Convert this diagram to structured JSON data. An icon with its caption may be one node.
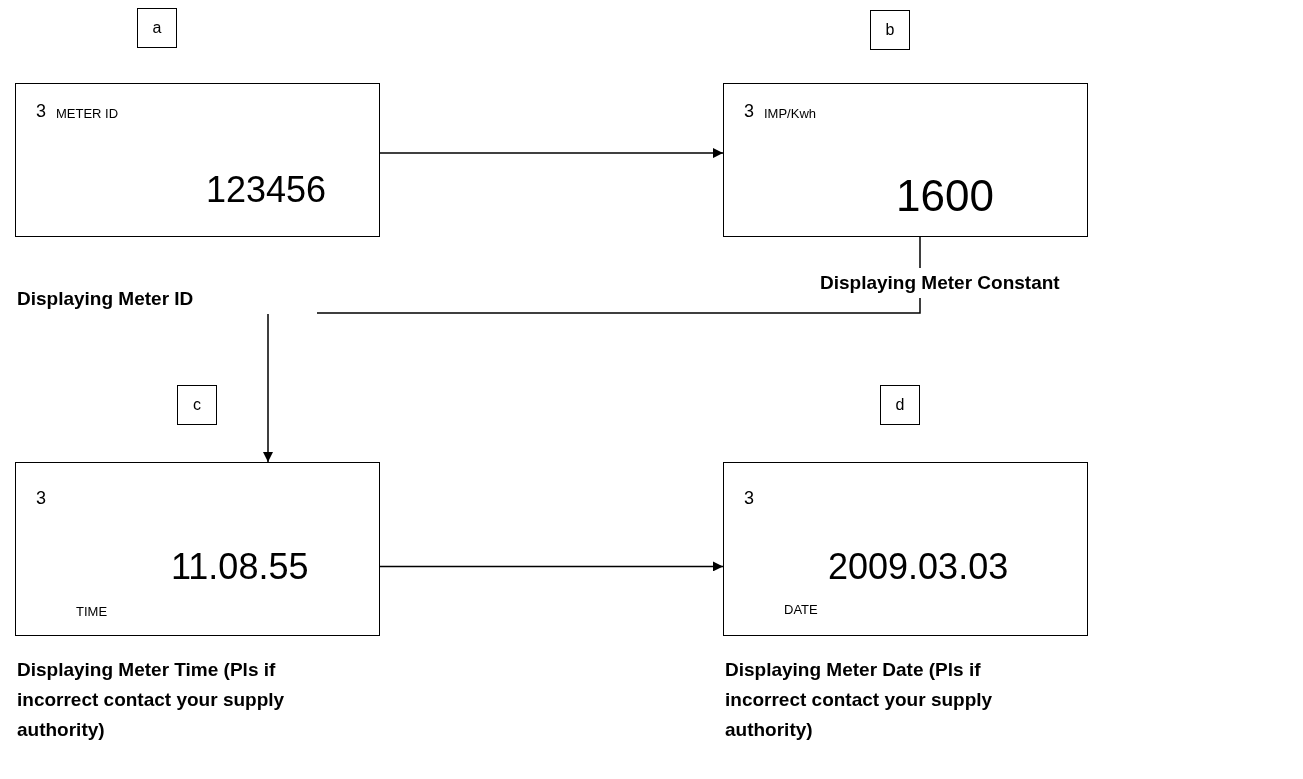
{
  "diagram": {
    "nodes": [
      {
        "text": [
          "a"
        ]
      },
      {
        "text": [
          "3",
          "METER ID",
          "123456"
        ],
        "beside": [
          "Displaying Meter ID"
        ]
      },
      {
        "text": [
          "b"
        ]
      },
      {
        "text": [
          "3",
          "IMP/Kwh",
          "1600"
        ],
        "beside": [
          "Displaying Meter Constant"
        ]
      },
      {
        "text": [
          "c"
        ]
      },
      {
        "text": [
          "3",
          "11.08.55",
          "TIME"
        ],
        "beside": [
          "Displaying Meter Time (Pls if incorrect contact your supply authority)"
        ]
      },
      {
        "text": [
          "d"
        ]
      },
      {
        "text": [
          "3",
          "2009.03.03",
          "DATE"
        ],
        "beside": [
          "Displaying Meter Date (Pls if incorrect contact your supply authority)"
        ]
      }
    ],
    "edges": [
      {
        "from": 1,
        "to": 3,
        "arrow": "to"
      },
      {
        "from": 3,
        "to": 5,
        "arrow": "to"
      },
      {
        "from": 5,
        "to": 7,
        "arrow": "to"
      }
    ]
  }
}
